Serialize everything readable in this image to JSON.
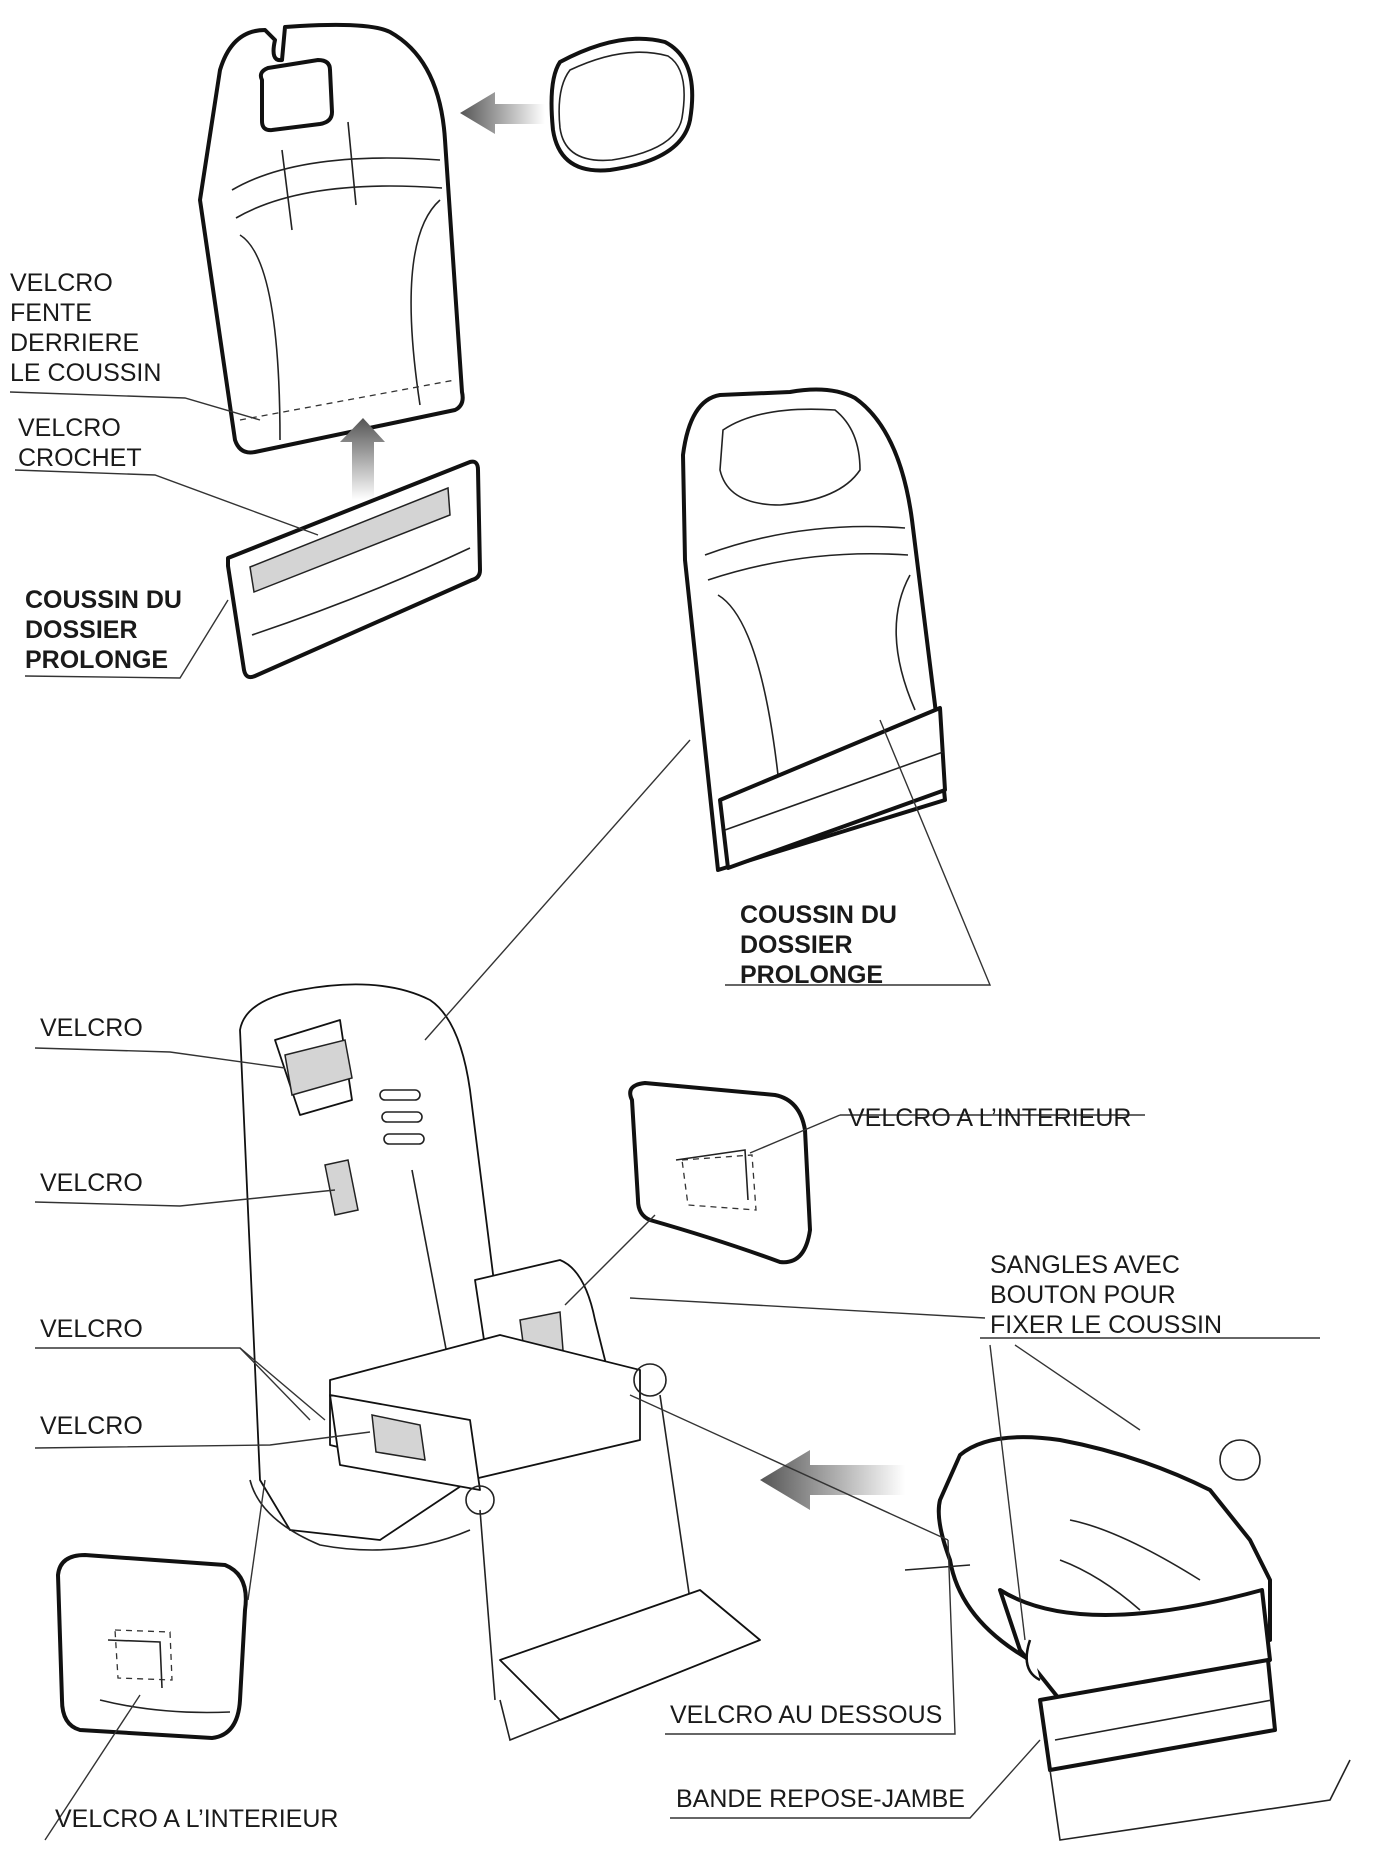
{
  "labels": {
    "velcro_fente": [
      "VELCRO",
      "FENTE",
      "DERRIERE",
      "LE COUSSIN"
    ],
    "velcro_crochet": [
      "VELCRO",
      "CROCHET"
    ],
    "coussin_left": [
      "COUSSIN DU",
      "DOSSIER",
      "PROLONGE"
    ],
    "coussin_right": [
      "COUSSIN DU",
      "DOSSIER",
      "PROLONGE"
    ],
    "velcro_1": "VELCRO",
    "velcro_interieur_right": "VELCRO A L’INTERIEUR",
    "velcro_2": "VELCRO",
    "sangles": [
      "SANGLES AVEC",
      "BOUTON POUR",
      "FIXER LE COUSSIN"
    ],
    "velcro_3": "VELCRO",
    "velcro_4": "VELCRO",
    "velcro_dessous": "VELCRO AU DESSOUS",
    "velcro_interieur_left": "VELCRO A L’INTERIEUR",
    "bande_repose_jambe": "BANDE REPOSE-JAMBE"
  }
}
